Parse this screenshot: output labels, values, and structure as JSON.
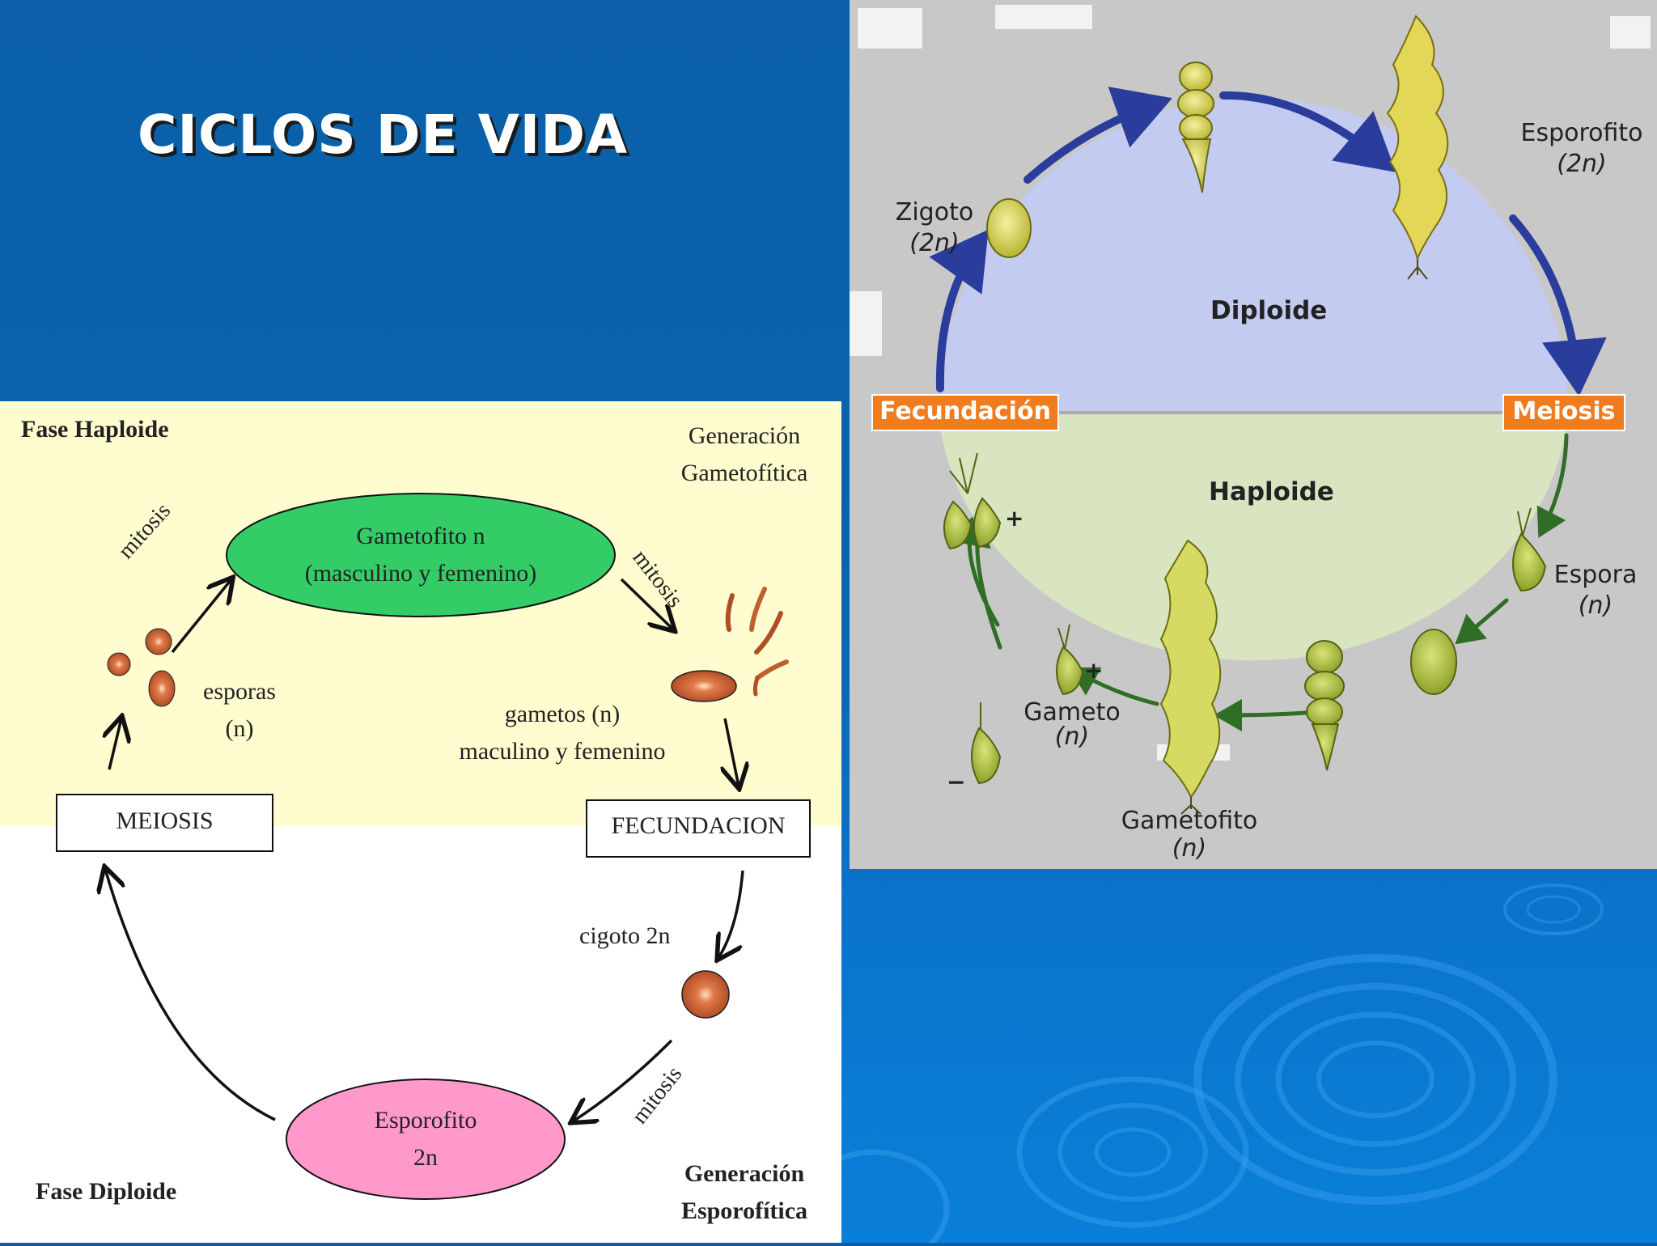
{
  "slide": {
    "title": "CICLOS DE VIDA"
  },
  "left_diagram": {
    "phase_haploid": "Fase Haploide",
    "phase_diploid": "Fase Diploide",
    "gen_gametophytic": [
      "Generación",
      "Gametofítica"
    ],
    "gen_sporophytic": [
      "Generación",
      "Esporofítica"
    ],
    "gametophyte": [
      "Gametofito n",
      "(masculino y femenino)"
    ],
    "sporophyte": [
      "Esporofito",
      "2n"
    ],
    "mitosis_left": "mitosis",
    "mitosis_right": "mitosis",
    "mitosis_bottom": "mitosis",
    "spores": [
      "esporas",
      "(n)"
    ],
    "gametes": [
      "gametos (n)",
      "maculino y femenino"
    ],
    "meiosis_box": "MEIOSIS",
    "fecundation_box": "FECUNDACION",
    "zygote": "cigoto 2n",
    "colors": {
      "haploid_bg": "#fffccf",
      "gametophyte": "#33cc66",
      "sporophyte": "#ff99cc"
    }
  },
  "right_diagram": {
    "diploid": "Diploide",
    "haploid": "Haploide",
    "fecundation_tag": "Fecundación",
    "meiosis_tag": "Meiosis",
    "zygote": [
      "Zigoto",
      "(2n)"
    ],
    "sporophyte": [
      "Esporofito",
      "(2n)"
    ],
    "spore": [
      "Espora",
      "(n)"
    ],
    "gamete": [
      "Gameto",
      "(n)"
    ],
    "gametophyte": [
      "Gametofito",
      "(n)"
    ],
    "plus_1": "+",
    "plus_2": "+",
    "minus": "−",
    "colors": {
      "diploid_fill": "#c3cbf0",
      "haploid_fill": "#d8e5c0",
      "tag_bg": "#f07c1e",
      "upper_arrow": "#2a3c9c",
      "lower_arrow": "#2f6e24"
    }
  }
}
